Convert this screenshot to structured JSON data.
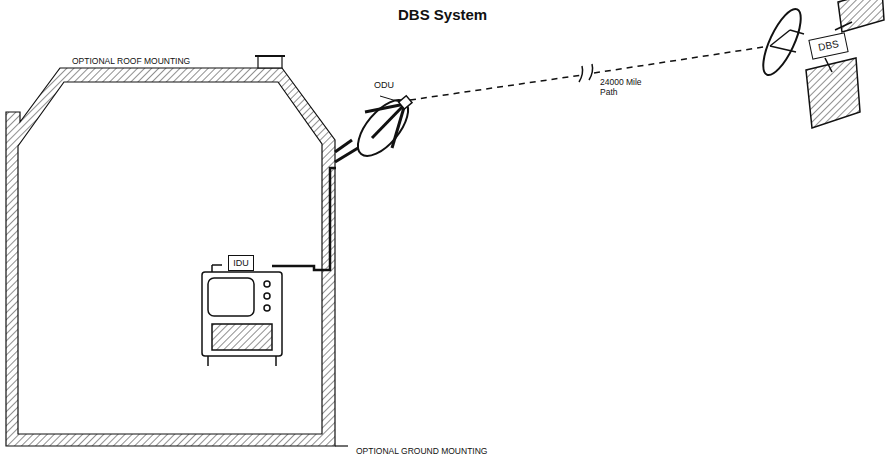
{
  "diagram": {
    "title": "DBS System",
    "nodes": [
      {
        "text": [
          "IDU"
        ]
      },
      {
        "text": [
          "DBS"
        ]
      }
    ],
    "labels": [
      "OPTIONAL ROOF MOUNTING",
      "ODU",
      "24000 Mile Path",
      "OPTIONAL GROUND MOUNTING"
    ]
  }
}
